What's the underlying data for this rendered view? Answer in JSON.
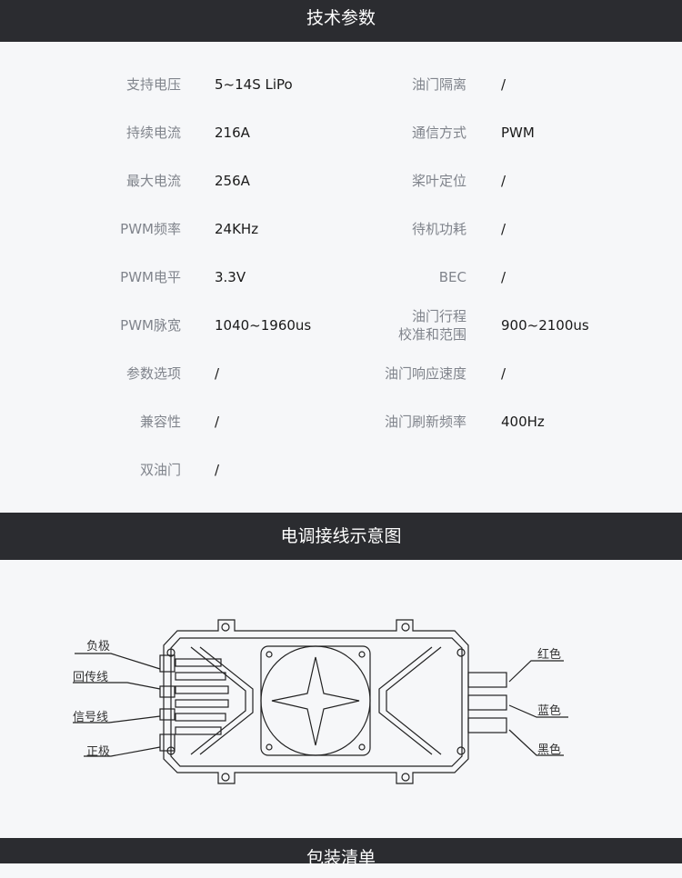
{
  "sections": {
    "specs_title": "技术参数",
    "wiring_title": "电调接线示意图",
    "package_title": "包装清单"
  },
  "specs_left": [
    {
      "label": "支持电压",
      "value": "5~14S LiPo"
    },
    {
      "label": "持续电流",
      "value": "216A"
    },
    {
      "label": "最大电流",
      "value": "256A"
    },
    {
      "label": "PWM频率",
      "value": "24KHz"
    },
    {
      "label": "PWM电平",
      "value": "3.3V"
    },
    {
      "label": "PWM脉宽",
      "value": "1040~1960us"
    },
    {
      "label": "参数选项",
      "value": "/"
    },
    {
      "label": "兼容性",
      "value": "/"
    },
    {
      "label": "双油门",
      "value": "/"
    }
  ],
  "specs_right": [
    {
      "label": "油门隔离",
      "value": "/"
    },
    {
      "label": "通信方式",
      "value": "PWM"
    },
    {
      "label": "桨叶定位",
      "value": "/"
    },
    {
      "label": "待机功耗",
      "value": "/"
    },
    {
      "label": "BEC",
      "value": "/"
    },
    {
      "label": "油门行程\n校准和范围",
      "value": "900~2100us"
    },
    {
      "label": "油门响应速度",
      "value": "/"
    },
    {
      "label": "油门刷新频率",
      "value": "400Hz"
    }
  ],
  "diagram": {
    "left_labels": [
      "负极",
      "回传线",
      "信号线",
      "正极"
    ],
    "right_labels": [
      "红色",
      "蓝色",
      "黑色"
    ]
  }
}
